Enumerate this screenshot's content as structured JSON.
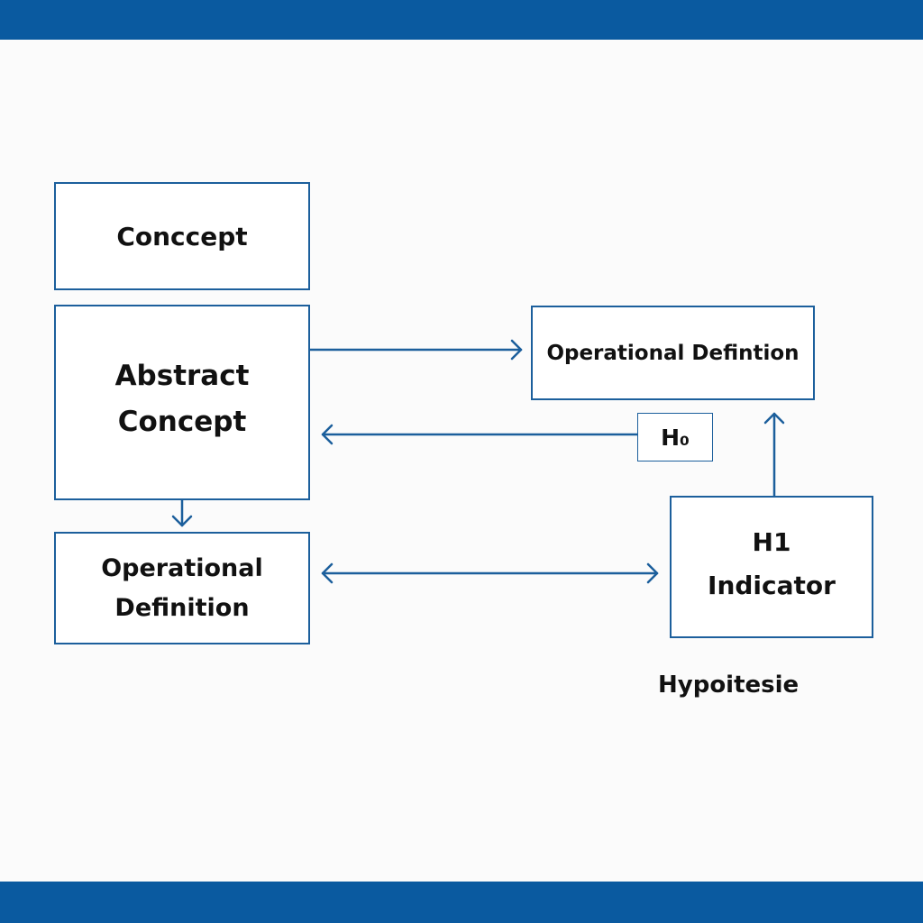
{
  "colors": {
    "band": "#0a5aa0",
    "line": "#1c5f9c",
    "text": "#111111"
  },
  "nodes": {
    "concept": "Conccept",
    "abstract": {
      "line1": "Abstract",
      "line2": "Concept"
    },
    "opdef_left": {
      "line1": "Operational",
      "line2": "Definition"
    },
    "opdef_right": "Operational Defintion",
    "h0": "H₀",
    "h1": {
      "line1": "H1",
      "line2": "Indicator"
    }
  },
  "caption": "Hypoitesie",
  "edges": [
    {
      "from": "abstract",
      "to": "opdef_right",
      "arrow": "end"
    },
    {
      "from": "h0",
      "to": "abstract",
      "arrow": "end"
    },
    {
      "from": "abstract",
      "to": "opdef_left",
      "arrow": "end"
    },
    {
      "from": "opdef_left",
      "to": "h1",
      "arrow": "both"
    },
    {
      "from": "h1",
      "to": "opdef_right",
      "arrow": "end"
    }
  ]
}
